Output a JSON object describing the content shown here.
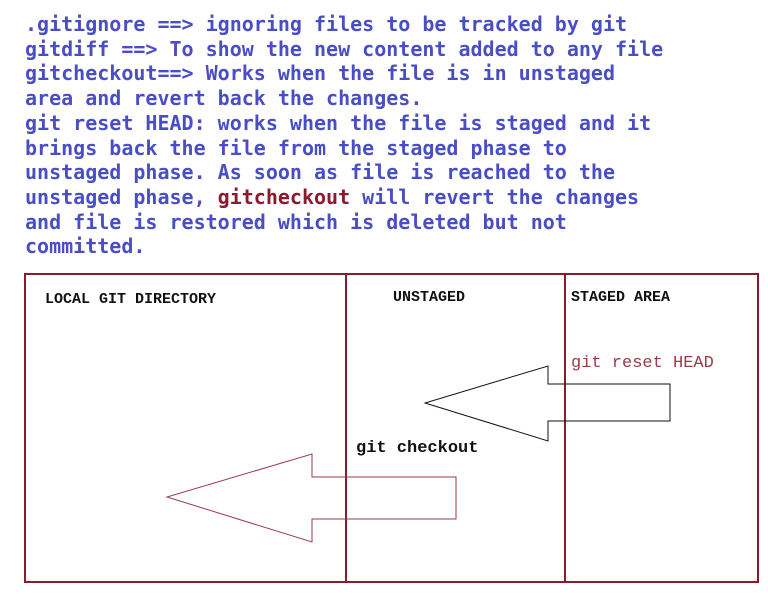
{
  "notes": {
    "line1": ".gitignore ==> ignoring files to be tracked by git",
    "line2": "gitdiff ==> To show the new content added to any file",
    "line3": "gitcheckout==> Works when the file is in unstaged",
    "line4": "area and revert back the changes.",
    "line5": "git reset HEAD: works when the file is staged and it",
    "line6": "brings back the file from the staged phase to",
    "line7": "unstaged phase. As soon as file is reached to the",
    "line8_prefix": "unstaged phase, ",
    "line8_highlight": "gitcheckout",
    "line8_suffix": " will revert the changes",
    "line9": "and file is restored which is deleted but not",
    "line10": "committed."
  },
  "diagram": {
    "columns": {
      "local": "LOCAL GIT DIRECTORY",
      "unstaged": "UNSTAGED",
      "staged": "STAGED AREA"
    },
    "arrows": {
      "reset_label": "git reset HEAD",
      "checkout_label": "git checkout"
    },
    "colors": {
      "border": "#8b1a2c",
      "notes_text": "#4a4ec4",
      "highlight": "#8b1a2c",
      "reset_label": "#9b3b4a",
      "checkout_arrow": "#9b3b4a",
      "reset_arrow": "#111111"
    }
  }
}
